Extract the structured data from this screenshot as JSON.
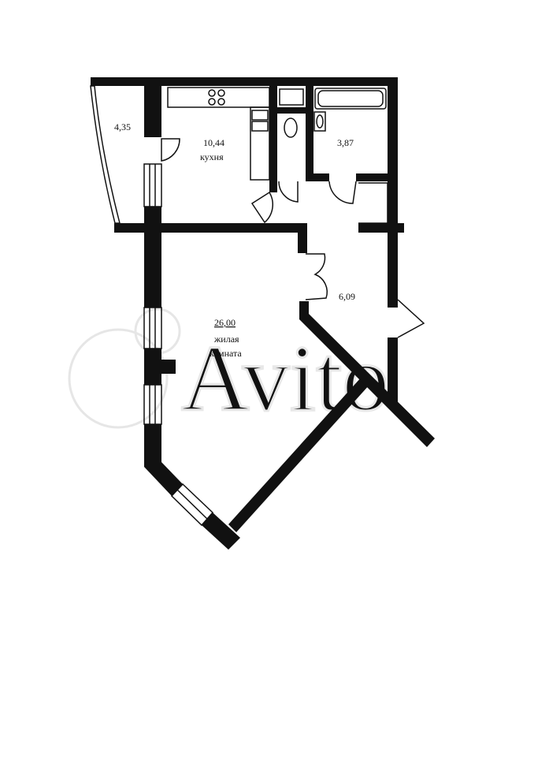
{
  "rooms": {
    "balcony": {
      "area": "4,35"
    },
    "kitchen": {
      "area": "10,44",
      "label": "кухня"
    },
    "bath": {
      "area": "3,87"
    },
    "hall": {
      "area": "6,09"
    },
    "living": {
      "area": "26,00",
      "label_line1": "жилая",
      "label_line2": "комната"
    }
  },
  "watermark": {
    "text": "Avito"
  },
  "colors": {
    "wall": "#111111",
    "background": "#ffffff",
    "watermark": "#e6e6e6"
  }
}
